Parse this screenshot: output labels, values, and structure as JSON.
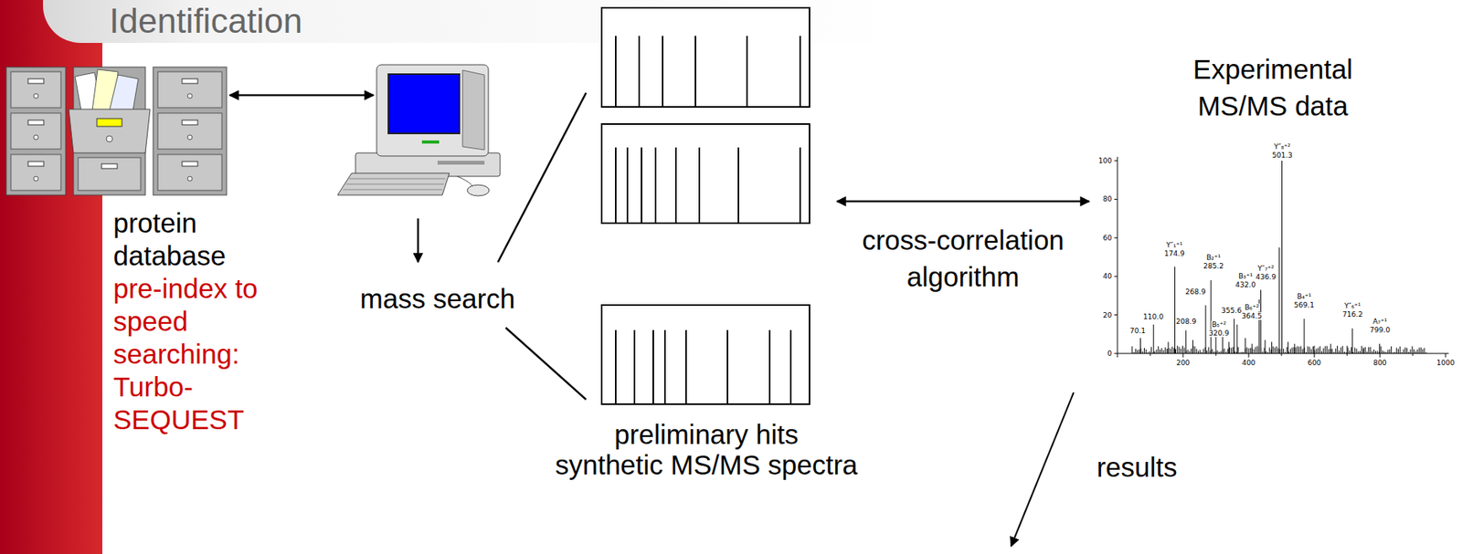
{
  "diagram": {
    "title": "Identification",
    "nodes": [
      {
        "text": [
          "protein database",
          "pre-index to speed searching: Turbo- SEQUEST"
        ]
      },
      {
        "text": [
          "mass search"
        ]
      },
      {
        "text": [
          "preliminary hits",
          "synthetic MS/MS spectra"
        ]
      },
      {
        "text": [
          "Experimental MS/MS data"
        ]
      }
    ],
    "edges": [
      {
        "from": 0,
        "to": 1,
        "arrow": "both"
      },
      {
        "from": 1,
        "to": 2,
        "arrow": "none"
      },
      {
        "from": 2,
        "to": 3,
        "arrow": "both",
        "label": "cross-correlation algorithm"
      }
    ],
    "labels": [
      "results",
      "0",
      "20",
      "40",
      "60",
      "80",
      "100",
      "200",
      "400",
      "600",
      "800",
      "1000",
      "Y″₈⁺²",
      "501.3",
      "Y″₁⁺¹",
      "174.9",
      "B₂⁺¹",
      "285.2",
      "268.9",
      "110.0",
      "70.1",
      "208.9",
      "B₅⁺²",
      "320.9",
      "355.6",
      "B₆⁺²",
      "364.5",
      "B₃⁺¹",
      "432.0",
      "Y″₇⁺²",
      "436.9",
      "B₄⁺¹",
      "569.1",
      "Y″₆⁺¹",
      "716.2",
      "A₇⁺¹",
      "799.0"
    ]
  }
}
